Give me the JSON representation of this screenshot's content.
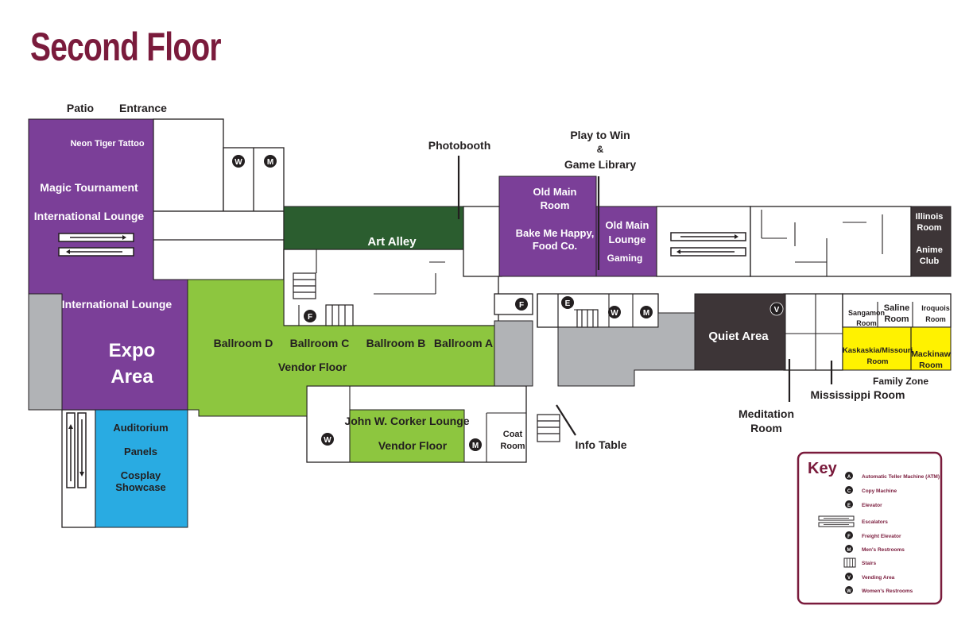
{
  "title": "Second Floor",
  "colors": {
    "purple": "#7b3f98",
    "green": "#8dc63f",
    "dark_green": "#2b5d2f",
    "blue": "#29abe2",
    "gray": "#b1b3b6",
    "dark_gray": "#3d3537",
    "yellow": "#fff200",
    "maroon": "#7a1b3c"
  },
  "labels": {
    "patio": "Patio",
    "entrance": "Entrance",
    "neon_tiger": "Neon Tiger Tattoo",
    "magic": "Magic Tournament",
    "intl_lounge_top": "International Lounge",
    "intl_lounge_bottom": "International Lounge",
    "expo1": "Expo",
    "expo2": "Area",
    "auditorium": "Auditorium",
    "panels": "Panels",
    "cosplay1": "Cosplay",
    "cosplay2": "Showcase",
    "art_alley": "Art Alley",
    "photobooth": "Photobooth",
    "ballroom_d": "Ballroom D",
    "ballroom_c": "Ballroom C",
    "ballroom_b": "Ballroom B",
    "ballroom_a": "Ballroom A",
    "vendor_floor": "Vendor Floor",
    "corker1": "John W. Corker Lounge",
    "corker2": "Vendor Floor",
    "coat1": "Coat",
    "coat2": "Room",
    "info_table": "Info Table",
    "play1": "Play to Win",
    "play2": "&",
    "play3": "Game Library",
    "old_main_room1": "Old Main",
    "old_main_room2": "Room",
    "bake1": "Bake Me Happy,",
    "bake2": "Food Co.",
    "old_main_lounge1": "Old Main",
    "old_main_lounge2": "Lounge",
    "gaming": "Gaming",
    "quiet_area": "Quiet Area",
    "meditation1": "Meditation",
    "meditation2": "Room",
    "mississippi": "Mississippi Room",
    "family_zone": "Family Zone",
    "illinois1": "Illinois",
    "illinois2": "Room",
    "anime1": "Anime",
    "anime2": "Club",
    "sangamon1": "Sangamon",
    "sangamon2": "Room",
    "saline1": "Saline",
    "saline2": "Room",
    "iroquois1": "Iroquois",
    "iroquois2": "Room",
    "kaskaskia1": "Kaskaskia/Missouri",
    "kaskaskia2": "Room",
    "mackinaw1": "Mackinaw",
    "mackinaw2": "Room"
  },
  "symbols": {
    "w": "W",
    "m": "M",
    "f": "F",
    "e": "E",
    "v": "V",
    "a": "A",
    "c": "C"
  },
  "key": {
    "title": "Key",
    "items": [
      {
        "symbol": "A",
        "label": "Automatic Teller Machine (ATM)"
      },
      {
        "symbol": "C",
        "label": "Copy Machine"
      },
      {
        "symbol": "E",
        "label": "Elevator"
      },
      {
        "symbol": "escalator",
        "label": "Escalators"
      },
      {
        "symbol": "F",
        "label": "Freight Elevator"
      },
      {
        "symbol": "M",
        "label": "Men's Restrooms"
      },
      {
        "symbol": "stairs",
        "label": "Stairs"
      },
      {
        "symbol": "V",
        "label": "Vending Area"
      },
      {
        "symbol": "W",
        "label": "Women's Restrooms"
      }
    ]
  }
}
